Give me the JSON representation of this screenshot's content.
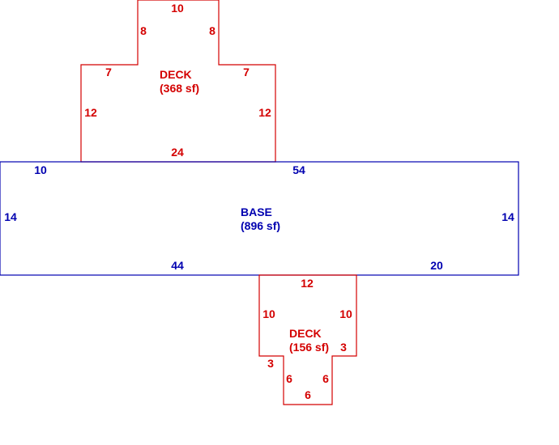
{
  "colors": {
    "deck": "#d40000",
    "base": "#0000b0",
    "background": "#ffffff"
  },
  "areas": {
    "upper_deck": {
      "name": "DECK",
      "size": "(368 sf)",
      "dims": {
        "top": "10",
        "left_step": "8",
        "right_step": "8",
        "left_ledge": "7",
        "right_ledge": "7",
        "left_side": "12",
        "right_side": "12",
        "bottom": "24"
      }
    },
    "base": {
      "name": "BASE",
      "size": "(896 sf)",
      "dims": {
        "top_left": "10",
        "top_right": "54",
        "left": "14",
        "right": "14",
        "bottom_left": "44",
        "bottom_right": "20"
      }
    },
    "lower_deck": {
      "name": "DECK",
      "size": "(156 sf)",
      "dims": {
        "top": "12",
        "left": "10",
        "right": "10",
        "right_notch": "3",
        "left_notch": "3",
        "inner_left": "6",
        "inner_right": "6",
        "bottom": "6"
      }
    }
  }
}
